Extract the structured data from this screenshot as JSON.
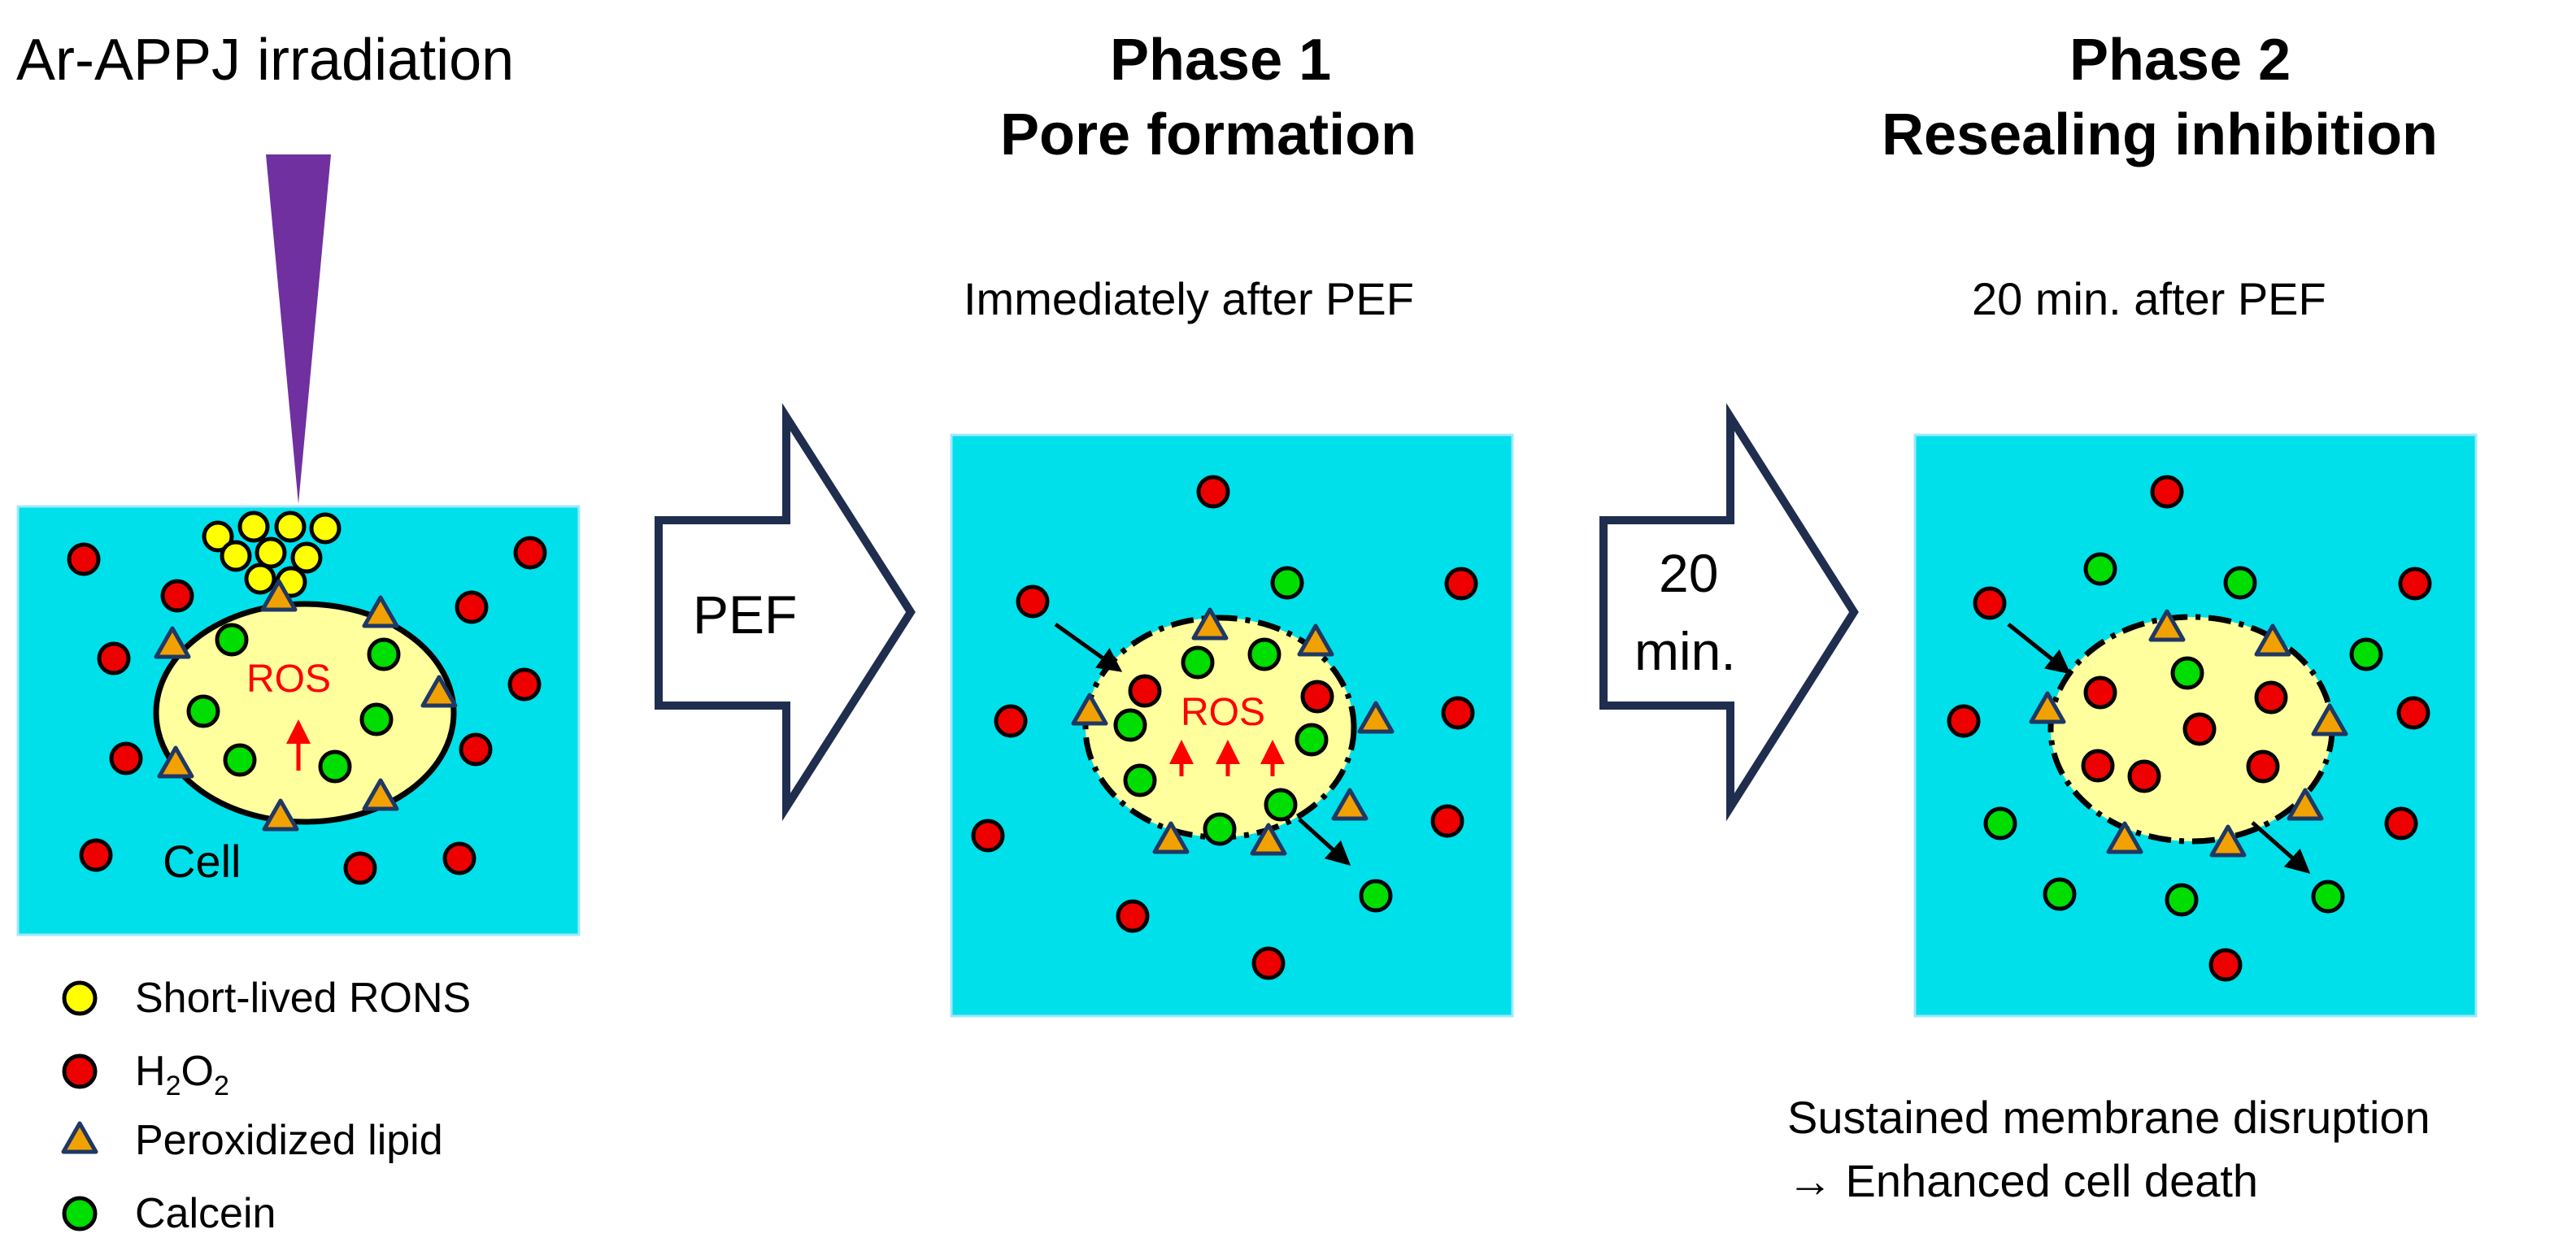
{
  "panel1": {
    "title": "Ar-APPJ irradiation",
    "cell_label": "Cell",
    "ros_label": "ROS"
  },
  "arrow1": {
    "label": "PEF"
  },
  "panel2": {
    "title_line1": "Phase 1",
    "title_line2": "Pore formation",
    "subtitle": "Immediately after PEF",
    "ros_label": "ROS"
  },
  "arrow2": {
    "label_line1": "20",
    "label_line2": "min."
  },
  "panel3": {
    "title_line1": "Phase 2",
    "title_line2": "Resealing inhibition",
    "subtitle": "20 min. after PEF"
  },
  "conclusion": {
    "line1": "Sustained membrane disruption",
    "line2": "→ Enhanced cell death"
  },
  "legend": [
    {
      "label": "Short-lived RONS",
      "symbol": "yellow-circle"
    },
    {
      "label_main": "H",
      "label_sub1": "2",
      "label_mid": "O",
      "label_sub2": "2",
      "symbol": "red-circle"
    },
    {
      "label": "Peroxidized lipid",
      "symbol": "orange-triangle"
    },
    {
      "label": "Calcein",
      "symbol": "green-circle"
    }
  ],
  "colors": {
    "medium": "#00e0ea",
    "cell": "#ffff9e",
    "h2o2": "#ee0000",
    "calcein": "#00dd00",
    "rons": "#ffff00",
    "lipid": "#f2a200",
    "lipid_outline": "#1f3864",
    "ros_text": "#ff0000",
    "jet": "#7030a0",
    "arrow_outline": "#1f2d4f"
  }
}
